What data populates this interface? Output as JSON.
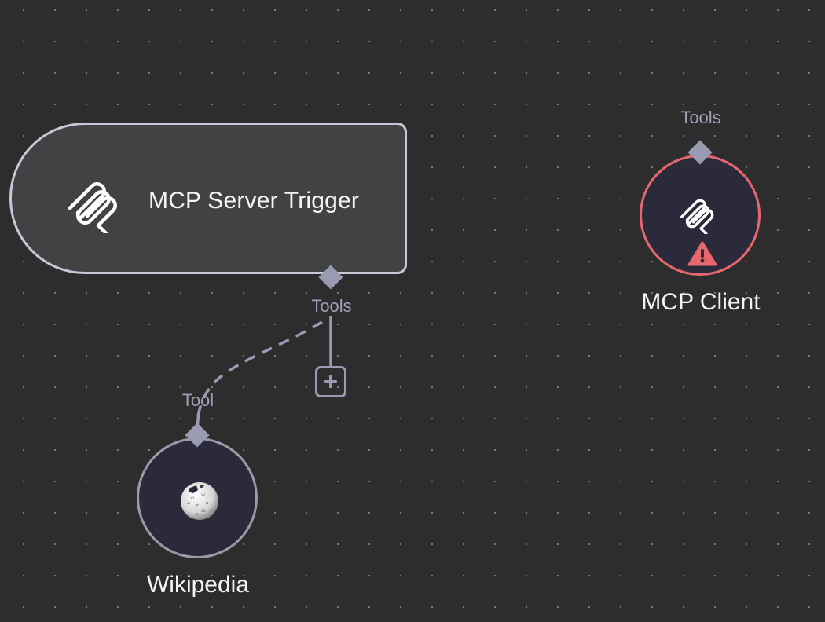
{
  "canvas": {
    "background": "#2d2d2e",
    "grid": "dots"
  },
  "nodes": [
    {
      "id": "mcp-server-trigger",
      "title": "MCP Server Trigger",
      "icon": "mcp-icon",
      "type": "trigger",
      "status": "normal",
      "outputs": [
        {
          "label": "Tools"
        }
      ]
    },
    {
      "id": "mcp-client",
      "title": "MCP Client",
      "icon": "mcp-icon",
      "type": "tool",
      "status": "error",
      "status_icon": "warning-icon",
      "inputs": [
        {
          "label": "Tools"
        }
      ]
    },
    {
      "id": "wikipedia",
      "title": "Wikipedia",
      "icon": "wikipedia-globe-icon",
      "type": "tool",
      "status": "normal",
      "outputs": [
        {
          "label": "Tool"
        }
      ]
    }
  ],
  "connections": [
    {
      "from": "MCP Server Trigger",
      "from_handle": "Tools",
      "to": "Wikipedia",
      "to_handle": "Tool",
      "style": "dashed"
    }
  ],
  "add_button": {
    "icon": "plus-icon",
    "attached_to": "Tools"
  },
  "colors": {
    "node_border": "#c6c8d6",
    "error": "#e8676e",
    "handle": "#9a9bb2",
    "handle_label": "#9ea0b6",
    "text": "#f4f4f6"
  }
}
